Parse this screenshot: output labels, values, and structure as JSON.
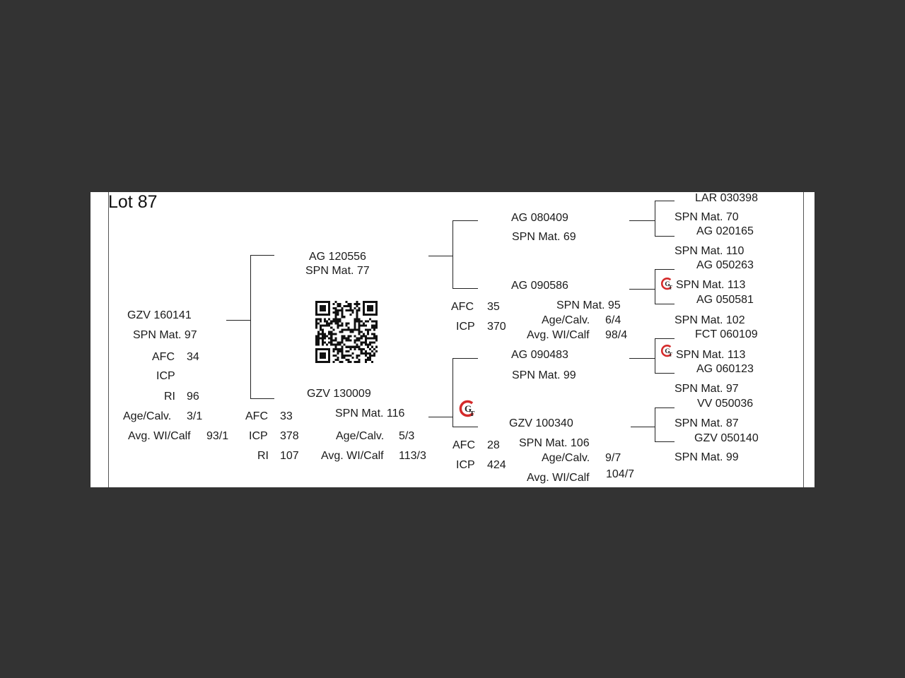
{
  "lot": {
    "title": "Lot 87"
  },
  "animal": {
    "id": "GZV 160141",
    "spn": "SPN Mat. 97",
    "afc_label": "AFC",
    "afc": "34",
    "icp_label": "ICP",
    "ri_label": "RI",
    "ri": "96",
    "age_label": "Age/Calv.",
    "age": "3/1",
    "avg_label": "Avg. WI/Calf",
    "avg": "93/1"
  },
  "sire": {
    "id": "AG  120556",
    "spn": "SPN Mat. 77"
  },
  "dam": {
    "id": "GZV 130009",
    "spn": "SPN Mat. 116",
    "afc_label": "AFC",
    "afc": "33",
    "icp_label": "ICP",
    "icp": "378",
    "ri_label": "RI",
    "ri": "107",
    "age_label": "Age/Calv.",
    "age": "5/3",
    "avg_label": "Avg. WI/Calf",
    "avg": "113/3"
  },
  "sire_sire": {
    "id": "AG  080409",
    "spn": "SPN Mat. 69"
  },
  "sire_dam": {
    "id": "AG  090586",
    "spn": "SPN Mat. 95",
    "afc_label": "AFC",
    "afc": "35",
    "icp_label": "ICP",
    "icp": "370",
    "age_label": "Age/Calv.",
    "age": "6/4",
    "avg_label": "Avg. WI/Calf",
    "avg": "98/4"
  },
  "dam_sire": {
    "id": "AG  090483",
    "spn": "SPN Mat. 99"
  },
  "dam_dam": {
    "id": "GZV 100340",
    "spn": "SPN Mat. 106",
    "afc_label": "AFC",
    "afc": "28",
    "icp_label": "ICP",
    "icp": "424",
    "age_label": "Age/Calv.",
    "age": "9/7",
    "avg_label": "Avg. WI/Calf",
    "avg": "104/7"
  },
  "gen4": [
    {
      "id": "LAR 030398",
      "spn": "SPN Mat. 70"
    },
    {
      "id": "AG  020165",
      "spn": "SPN Mat. 110"
    },
    {
      "id": "AG  050263",
      "spn": "SPN Mat. 113"
    },
    {
      "id": "AG  050581",
      "spn": "SPN Mat. 102"
    },
    {
      "id": "FCT 060109",
      "spn": "SPN Mat. 113"
    },
    {
      "id": "AG  060123",
      "spn": "SPN Mat. 97"
    },
    {
      "id": "VV  050036",
      "spn": "SPN Mat. 87"
    },
    {
      "id": "GZV 050140",
      "spn": "SPN Mat. 99"
    }
  ],
  "logo": {
    "letters": "GT",
    "icon": "gt-logo-icon",
    "color": "#d42a2a"
  },
  "qr": {
    "icon": "qr-code-icon"
  }
}
